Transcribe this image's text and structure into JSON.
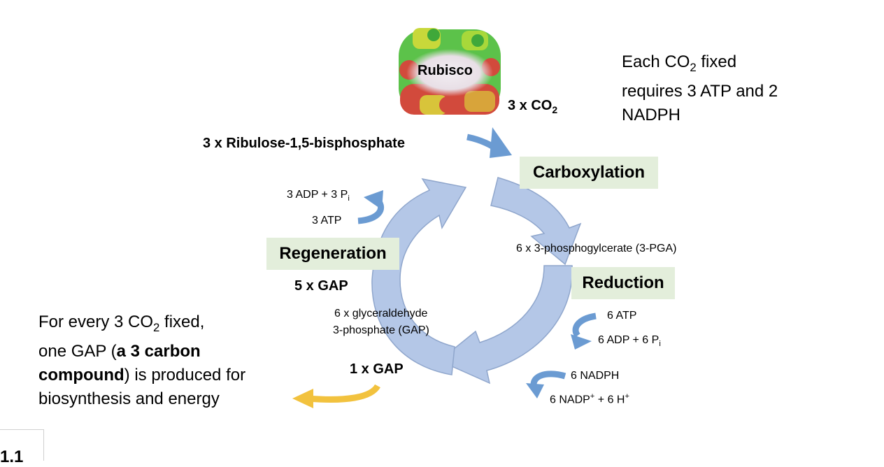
{
  "enzyme": {
    "name": "Rubisco"
  },
  "inputs": {
    "co2": {
      "main": "3 x CO",
      "sub": "2"
    },
    "rubp": "3 x Ribulose-1,5-bisphosphate"
  },
  "stages": {
    "carboxylation": "Carboxylation",
    "reduction": "Reduction",
    "regeneration": "Regeneration"
  },
  "intermediates": {
    "pga": "6 x 3-phosphogylcerate (3-PGA)",
    "gap_line1": "6 x glyceraldehyde",
    "gap_line2": "3-phosphate (GAP)",
    "gap_regen": "5 x GAP",
    "gap_out": "1 x GAP"
  },
  "cofactors": {
    "reduction_atp_in": "6 ATP",
    "reduction_adp_out": {
      "main": "6 ADP + 6 P",
      "sub": "i"
    },
    "nadph_in": "6 NADPH",
    "nadp_out": {
      "a": "6 NADP",
      "sup1": "+",
      "b": " + 6 H",
      "sup2": "+"
    },
    "regen_atp_in": "3 ATP",
    "regen_adp_out": {
      "main": "3 ADP + 3 P",
      "sub": "i"
    }
  },
  "note_top": {
    "line1_a": "Each CO",
    "line1_sub": "2",
    "line1_b": " fixed",
    "line2": "requires 3 ATP and 2",
    "line3": "NADPH"
  },
  "note_bottom": {
    "line1_a": "For every 3 CO",
    "line1_sub": "2",
    "line1_b": " fixed,",
    "line2_a": "one GAP (",
    "line2_bold": "a 3 carbon",
    "line3_bold": "compound",
    "line3_b": ") is produced for",
    "line4": "biosynthesis and energy"
  },
  "corner": {
    "text": "1.1"
  },
  "colors": {
    "cycle_fill": "#b4c7e7",
    "cycle_stroke": "#8fa6cc",
    "arrow_blue": "#6b9bd2",
    "arrow_yellow": "#f2c23e",
    "label_bg": "#e3eedb",
    "rubisco_green": "#5cc24a",
    "rubisco_red": "#d24a3c",
    "rubisco_yellow": "#d8c43a"
  },
  "icons": [
    "rubisco-protein-icon",
    "cycle-arrows-icon",
    "curved-arrow-icon"
  ]
}
